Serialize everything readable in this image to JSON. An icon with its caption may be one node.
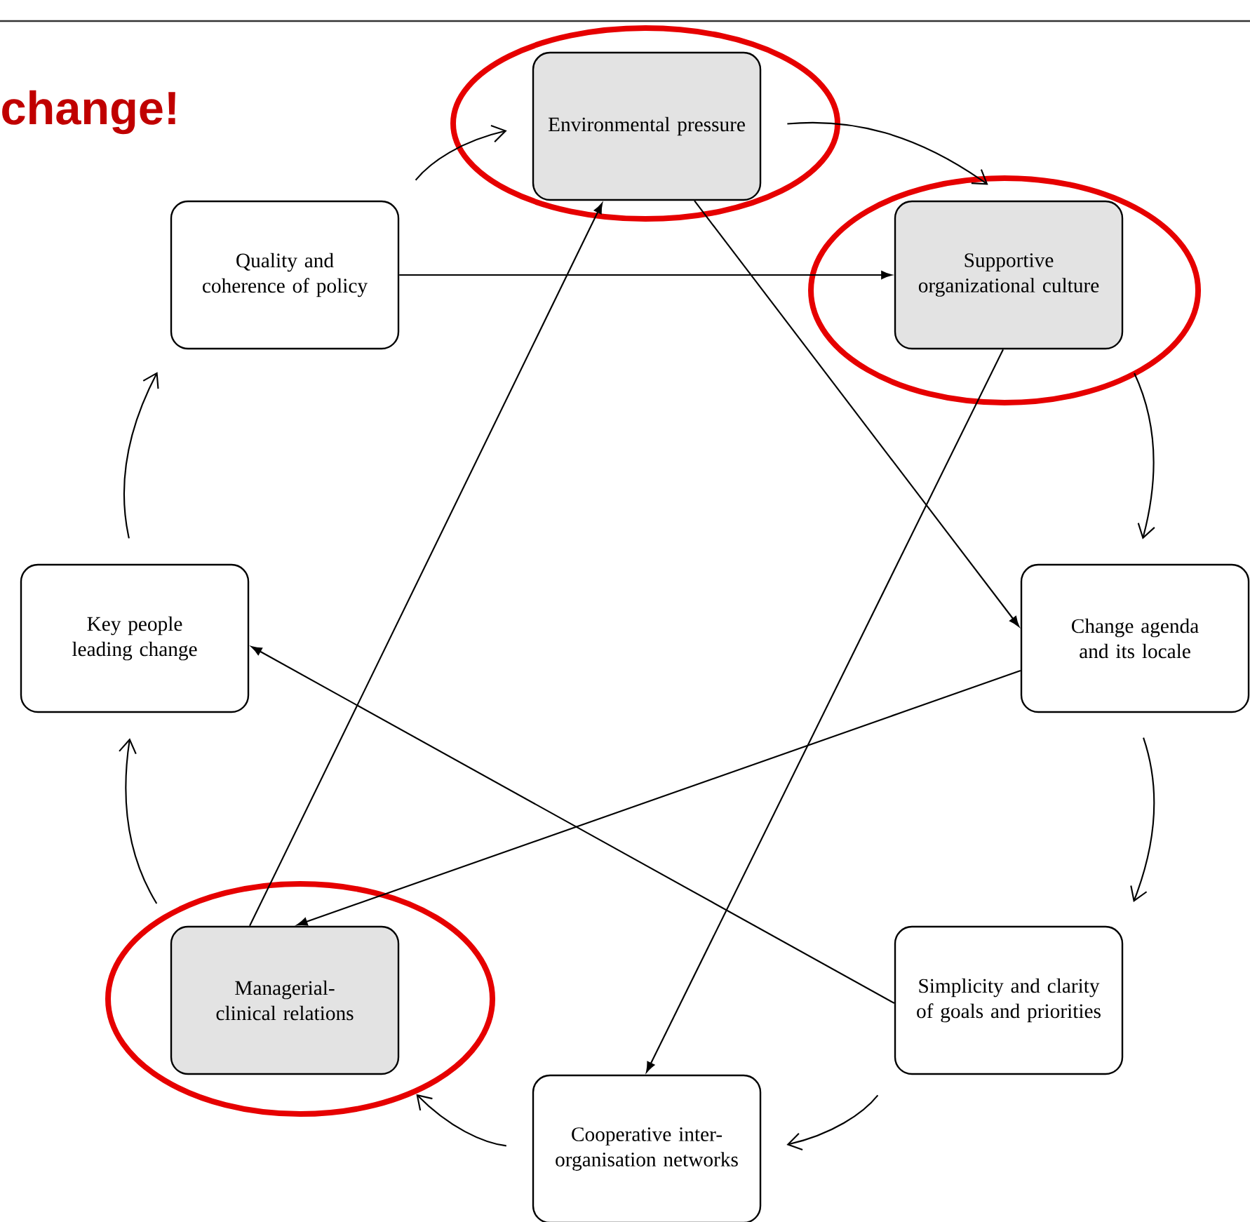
{
  "diagram": {
    "title": "change!",
    "nodes": [
      {
        "text": [
          "Environmental pressure"
        ]
      },
      {
        "text": [
          "Quality and coherence of policy"
        ]
      },
      {
        "text": [
          "Supportive organizational culture"
        ]
      },
      {
        "text": [
          "Key people leading change"
        ]
      },
      {
        "text": [
          "Change agenda and its locale"
        ]
      },
      {
        "text": [
          "Managerial-clinical relations"
        ]
      },
      {
        "text": [
          "Simplicity and clarity of goals and priorities"
        ]
      },
      {
        "text": [
          "Cooperative inter-organisation networks"
        ]
      }
    ],
    "edges": [
      {
        "from": 1,
        "to": 0,
        "arrow": "to"
      },
      {
        "from": 0,
        "to": 2,
        "arrow": "to"
      },
      {
        "from": 2,
        "to": 4,
        "arrow": "to"
      },
      {
        "from": 4,
        "to": 6,
        "arrow": "to"
      },
      {
        "from": 6,
        "to": 7,
        "arrow": "to"
      },
      {
        "from": 7,
        "to": 5,
        "arrow": "to"
      },
      {
        "from": 5,
        "to": 3,
        "arrow": "to"
      },
      {
        "from": 3,
        "to": 1,
        "arrow": "to"
      },
      {
        "from": 1,
        "to": 2,
        "arrow": "to"
      },
      {
        "from": 5,
        "to": 0,
        "arrow": "to"
      },
      {
        "from": 0,
        "to": 4,
        "arrow": "to"
      },
      {
        "from": 2,
        "to": 7,
        "arrow": "to"
      },
      {
        "from": 4,
        "to": 5,
        "arrow": "to"
      },
      {
        "from": 6,
        "to": 3,
        "arrow": "to"
      }
    ]
  }
}
